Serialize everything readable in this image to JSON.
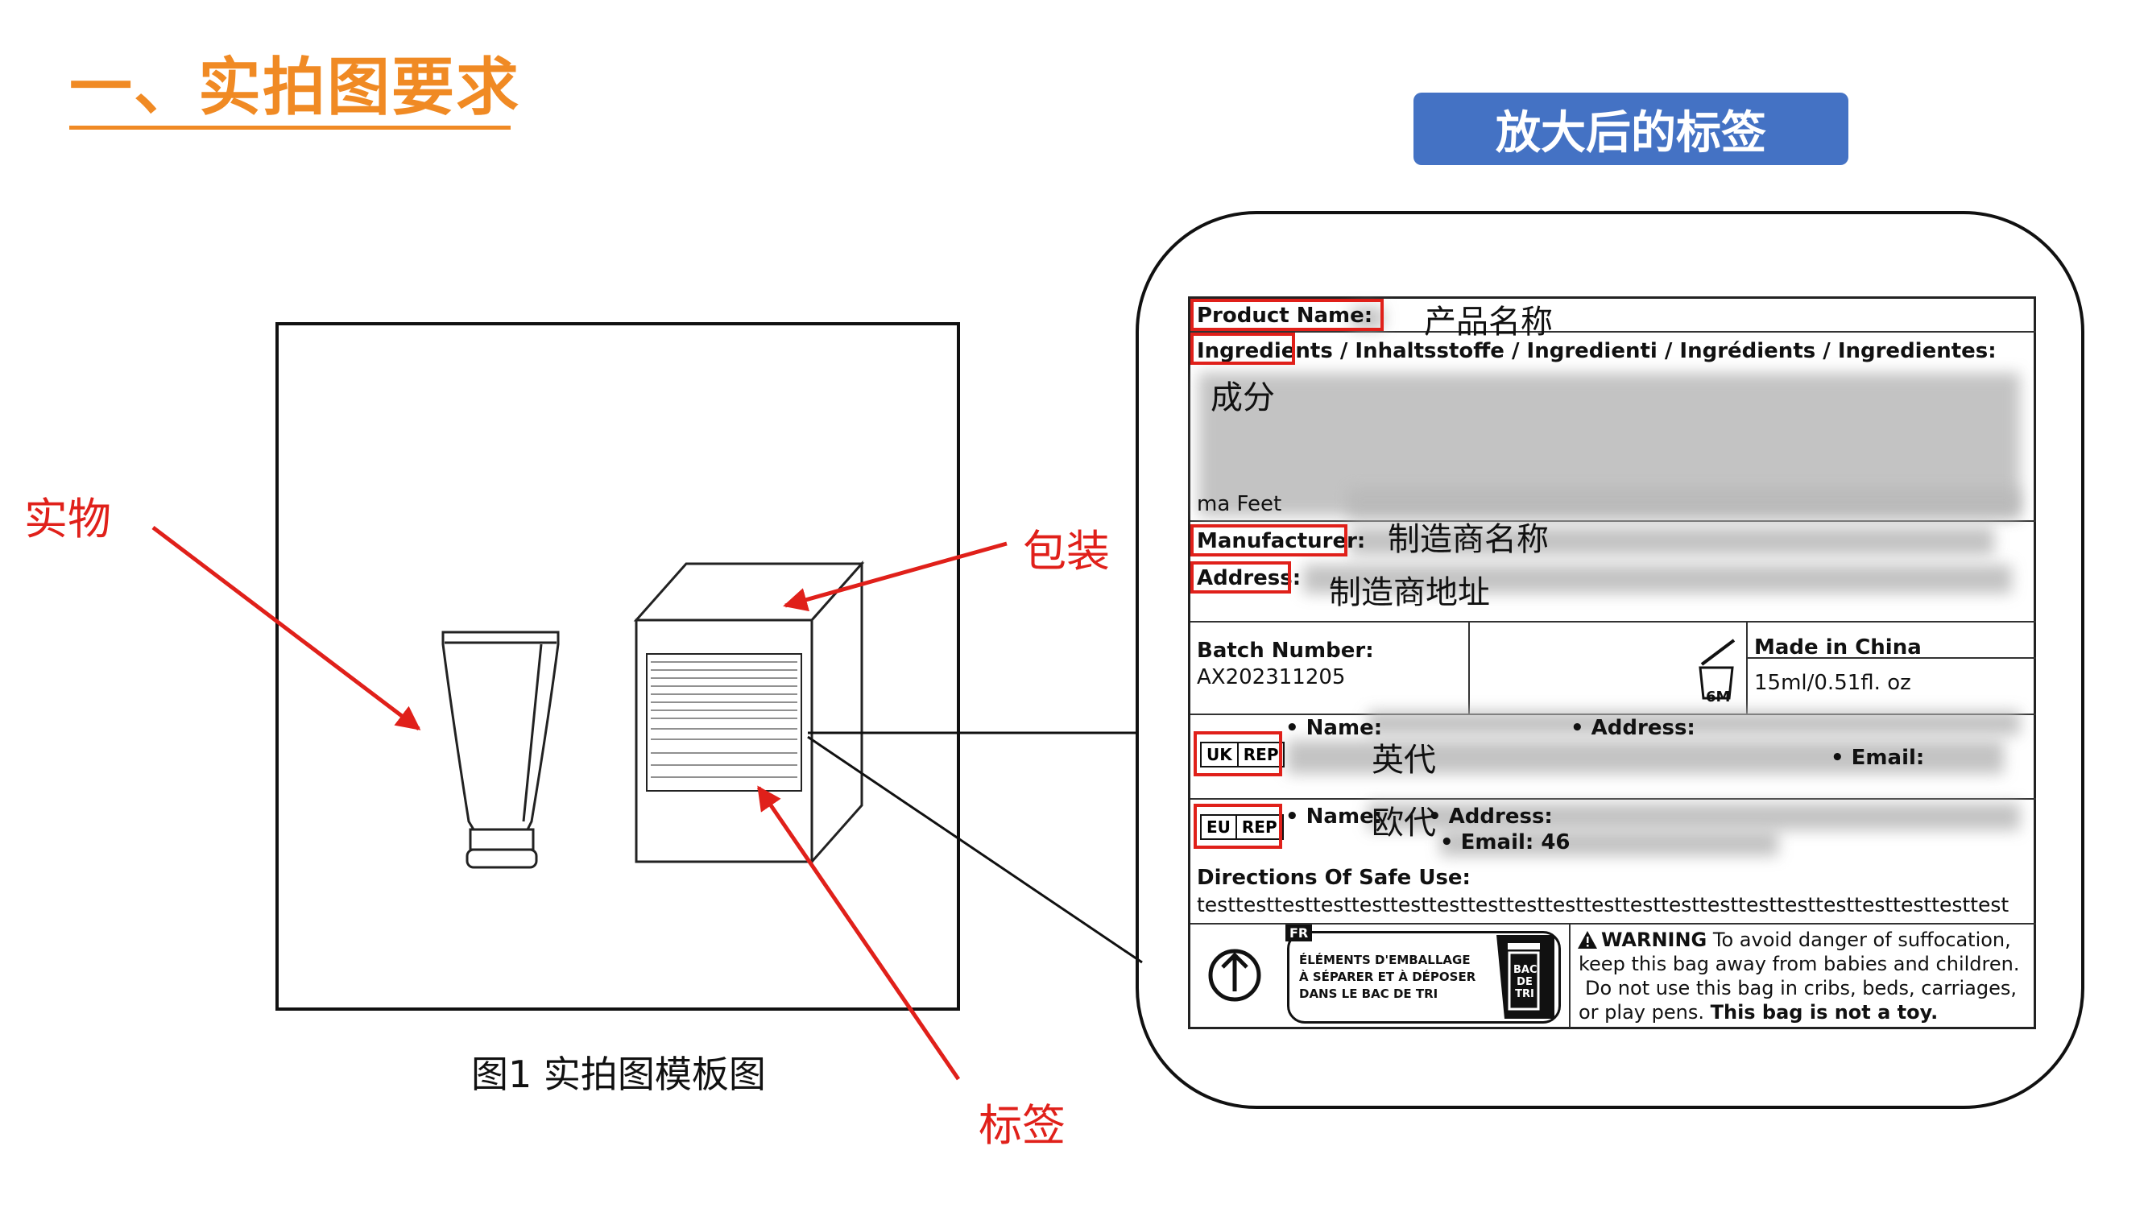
{
  "header": {
    "section_title": "一、实拍图要求",
    "banner": "放大后的标签"
  },
  "figure": {
    "caption": "图1  实拍图模板图"
  },
  "callouts": {
    "product": "实物",
    "package": "包装",
    "label": "标签"
  },
  "zoomed_label": {
    "product_name": "Product Name:",
    "product_name_note": "产品名称",
    "ingredients": "Ingredients / Inhaltsstoffe / Ingredienti / Ingrédients / Ingredientes:",
    "ingredients_note": "成分",
    "ingredients_tail": "ma Feet",
    "manufacturer": "Manufacturer:",
    "manufacturer_note": "制造商名称",
    "address": "Address:",
    "address_note": "制造商地址",
    "batch_label": "Batch Number:",
    "batch_value": "AX202311205",
    "pao": "6M",
    "made_in": "Made in China",
    "volume": "15ml/0.51fl. oz",
    "uk_rep": {
      "left": "UK",
      "right": "REP",
      "name": "• Name:",
      "address": "• Address:",
      "email": "• Email:",
      "note": "英代"
    },
    "eu_rep": {
      "left": "EU",
      "right": "REP",
      "name": "• Name:",
      "address": "• Address:",
      "email": "• Email: 46",
      "note": "欧代"
    },
    "directions_title": "Directions Of Safe Use:",
    "directions_text": "testtesttesttesttesttesttesttesttesttesttesttesttesttesttesttesttesttesttesttesttest",
    "fr_badge": "FR",
    "fr_lines": [
      "ÉLÉMENTS D'EMBALLAGE",
      "À SÉPARER ET À DÉPOSER",
      "DANS LE BAC DE TRI"
    ],
    "bac_lines": [
      "BAC",
      "DE",
      "TRI"
    ],
    "warning_bold": "WARNING",
    "warning_1": "To avoid danger of suffocation,",
    "warning_2": "keep this bag away from babies and children.",
    "warning_3": "Do not use this bag in cribs, beds, carriages,",
    "warning_4": "or play pens.",
    "warning_end": "This bag is not a toy."
  },
  "colors": {
    "accent_orange": "#f08a24",
    "banner_blue": "#4472c4",
    "annotation_red": "#e0201a"
  }
}
